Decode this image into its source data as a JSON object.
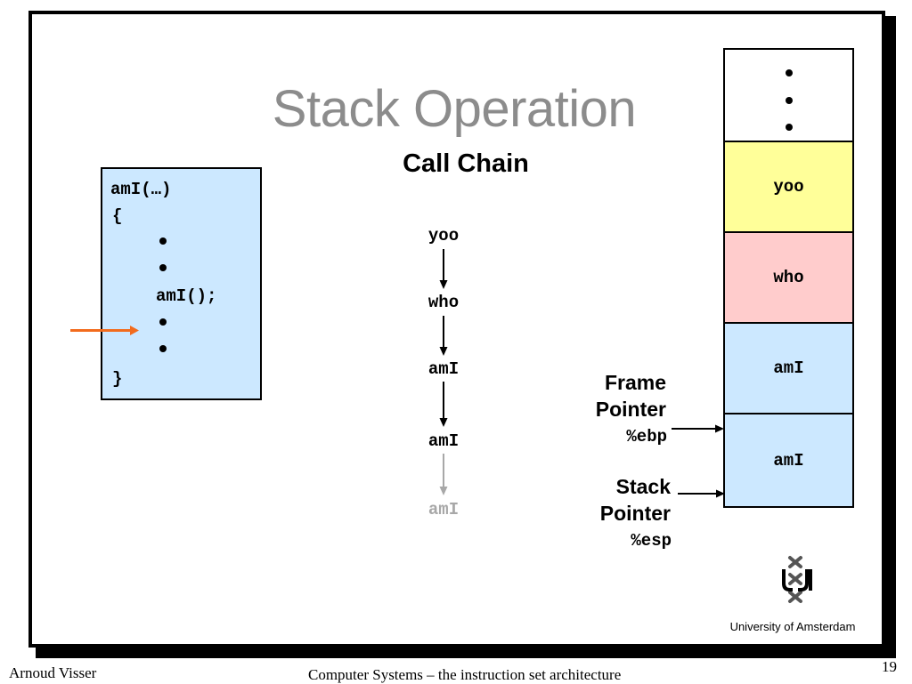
{
  "slide": {
    "title": "Stack Operation",
    "subtitle": "Call Chain",
    "page_number": "19"
  },
  "code": {
    "lines": [
      "amI(…)",
      "{",
      "amI();",
      "}"
    ],
    "arrow_color": "#f26b1d",
    "box_color": "#cce8ff"
  },
  "call_chain": {
    "items": [
      {
        "label": "yoo",
        "color": "#000000"
      },
      {
        "label": "who",
        "color": "#000000"
      },
      {
        "label": "amI",
        "color": "#000000"
      },
      {
        "label": "amI",
        "color": "#000000"
      },
      {
        "label": "amI",
        "color": "#a8a8a8"
      }
    ]
  },
  "stack": {
    "frames": [
      {
        "label": "yoo",
        "color": "#ffff99"
      },
      {
        "label": "who",
        "color": "#ffcccc"
      },
      {
        "label": "amI",
        "color": "#cce8ff"
      },
      {
        "label": "amI",
        "color": "#cce8ff"
      }
    ]
  },
  "pointers": {
    "frame_pointer": {
      "line1": "Frame",
      "line2": "Pointer",
      "register": "%ebp"
    },
    "stack_pointer": {
      "line1": "Stack",
      "line2": "Pointer",
      "register": "%esp"
    }
  },
  "logo": {
    "icon": "uva-logo-icon",
    "caption": "University  of Amsterdam"
  },
  "footer": {
    "author": "Arnoud Visser",
    "course": "Computer Systems – the instruction set architecture"
  }
}
